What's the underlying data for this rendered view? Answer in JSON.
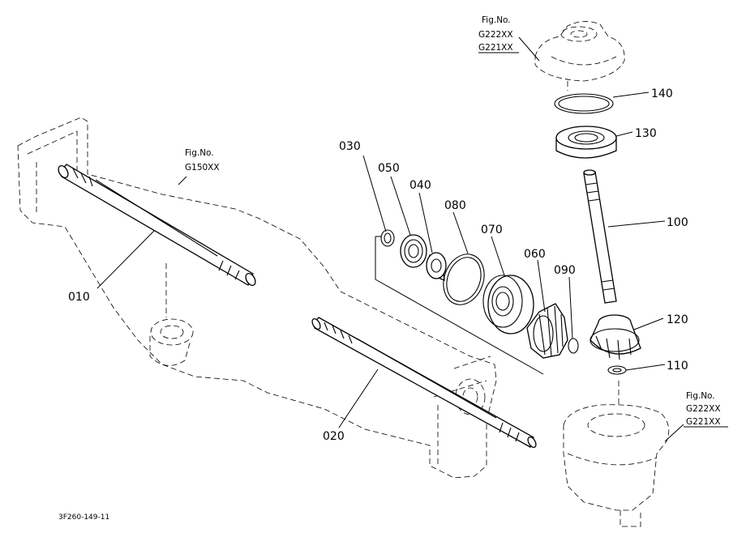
{
  "callouts": [
    {
      "id": "010",
      "label": "010"
    },
    {
      "id": "020",
      "label": "020"
    },
    {
      "id": "030",
      "label": "030"
    },
    {
      "id": "040",
      "label": "040"
    },
    {
      "id": "050",
      "label": "050"
    },
    {
      "id": "060",
      "label": "060"
    },
    {
      "id": "070",
      "label": "070"
    },
    {
      "id": "080",
      "label": "080"
    },
    {
      "id": "090",
      "label": "090"
    },
    {
      "id": "100",
      "label": "100"
    },
    {
      "id": "110",
      "label": "110"
    },
    {
      "id": "120",
      "label": "120"
    },
    {
      "id": "130",
      "label": "130"
    },
    {
      "id": "140",
      "label": "140"
    }
  ],
  "figure_refs": {
    "top": {
      "title": "Fig.No.",
      "line1": "G222XX",
      "line2": "G221XX"
    },
    "left": {
      "title": "Fig.No.",
      "line1": "G150XX"
    },
    "bottom": {
      "title": "Fig.No.",
      "line1": "G222XX",
      "line2": "G221XX"
    }
  },
  "drawing_code": "3F260-149-11"
}
